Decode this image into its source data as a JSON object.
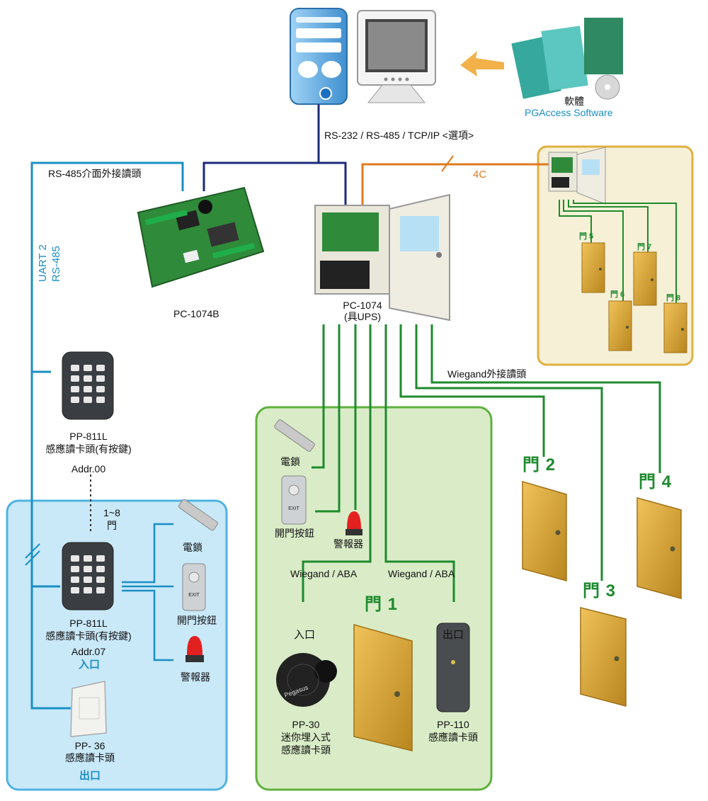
{
  "top": {
    "software_name": "軟體",
    "software_en": "PGAccess Software",
    "comm_link": "RS-232 / RS-485 / TCP/IP <選項>"
  },
  "left_bus": {
    "rs485_title": "RS-485介面外接讀頭",
    "uart_line1": "UART 2",
    "uart_line2": "RS-485"
  },
  "controllers": {
    "pc1074b": "PC-1074B",
    "pc1074_model": "PC-1074",
    "pc1074_note": "(具UPS)",
    "link_4c": "4C",
    "wiegand_ext": "Wiegand外接讀頭"
  },
  "left_devices": {
    "pp811l_top_model": "PP-811L",
    "pp811l_top_desc": "感應讀卡頭(有按鍵)",
    "pp811l_top_addr": "Addr.00",
    "doors_range_line1": "1~8",
    "doors_range_line2": "門",
    "pp811l_bottom_model": "PP-811L",
    "pp811l_bottom_desc": "感應讀卡頭(有按鍵)",
    "pp811l_bottom_addr": "Addr.07",
    "entrance": "入口",
    "lock": "電鎖",
    "exit_button": "開門按鈕",
    "alarm": "警報器",
    "pp36_model": "PP- 36",
    "pp36_desc": "感應讀卡頭",
    "exit": "出口"
  },
  "door1_group": {
    "lock": "電鎖",
    "exit_button": "開門按鈕",
    "alarm": "警報器",
    "wiegand_left": "Wiegand / ABA",
    "wiegand_right": "Wiegand / ABA",
    "entrance": "入口",
    "exit": "出口",
    "door": "門 1",
    "pp30_model": "PP-30",
    "pp30_desc1": "迷你埋入式",
    "pp30_desc2": "感應讀卡頭",
    "pp110_model": "PP-110",
    "pp110_desc": "感應讀卡頭",
    "button_text": "EXIT",
    "reader_brand": "Pegasus"
  },
  "doors": {
    "door2": "門 2",
    "door3": "門 3",
    "door4": "門 4",
    "door5": "門 5",
    "door6": "門 6",
    "door7": "門 7",
    "door8": "門 8"
  },
  "colors": {
    "green_line": "#1f8a2e",
    "blue_line": "#1a8fc4",
    "navy_line": "#1b2a7a",
    "orange_line": "#e07a1e",
    "door_fill": "#d9a53a",
    "green_box_bg": "#d9ecc7",
    "blue_box_bg": "#c9e8f8",
    "yellow_box_bg": "#f5f0d6"
  }
}
